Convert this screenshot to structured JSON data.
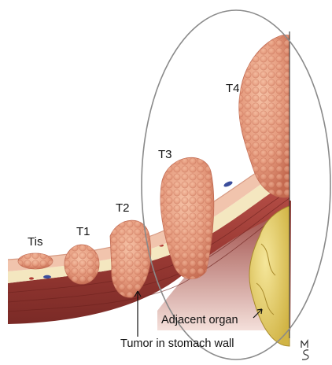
{
  "labels": {
    "tis": "Tis",
    "t1": "T1",
    "t2": "T2",
    "t3": "T3",
    "t4": "T4",
    "adjacent_organ": "Adjacent organ",
    "tumor_in_wall": "Tumor in stomach wall"
  },
  "colors": {
    "tumor": "#e8a184",
    "tumor_dark": "#c96f57",
    "mucosa": "#f3cdb8",
    "submucosa": "#f4e7c0",
    "muscle": "#a8453d",
    "muscle_dark": "#7e2c27",
    "adjacent_organ": "#e9d46f",
    "ellipse": "#8a8a8a"
  },
  "signature": "MS"
}
